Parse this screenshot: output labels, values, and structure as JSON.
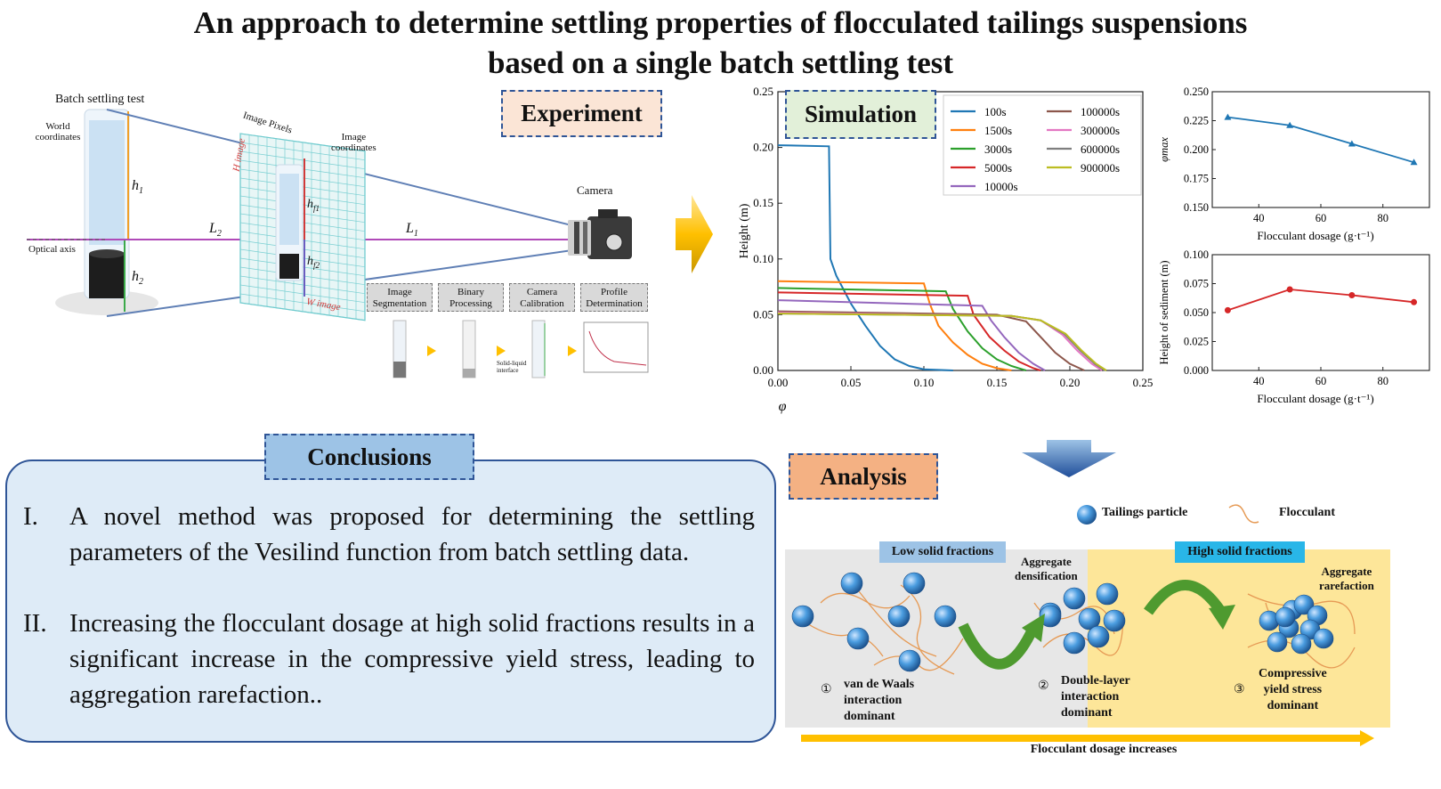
{
  "title": {
    "line1": "An approach to determine settling properties of flocculated tailings suspensions",
    "line2": "based on a single batch settling test"
  },
  "tags": {
    "experiment": "Experiment",
    "simulation": "Simulation",
    "conclusions": "Conclusions",
    "analysis": "Analysis"
  },
  "experiment": {
    "batch_label": "Batch settling test",
    "world_coords": "World\ncoordinates",
    "image_pixels": "Image Pixels",
    "image_coords": "Image\ncoordinates",
    "camera": "Camera",
    "optical_axis": "Optical axis",
    "h_image": "H image",
    "w_image": "W image",
    "h1": "h",
    "h1_sub": "1",
    "h2": "h",
    "h2_sub": "2",
    "hf1": "h",
    "hf1_sub": "f1",
    "hf2": "h",
    "hf2_sub": "f2",
    "L1": "L",
    "L1_sub": "1",
    "L2": "L",
    "L2_sub": "2",
    "steps": [
      "Image Segmentation",
      "Binary Processing",
      "Camera Calibration",
      "Profile Determination"
    ],
    "interface_label": "Solid-liquid interface"
  },
  "chart_data": [
    {
      "type": "line",
      "xlabel": "φ",
      "ylabel": "Height (m)",
      "xlim": [
        0,
        0.25
      ],
      "ylim": [
        0,
        0.25
      ],
      "xticks": [
        "0.00",
        "0.05",
        "0.10",
        "0.15",
        "0.20",
        "0.25"
      ],
      "yticks": [
        "0.00",
        "0.05",
        "0.10",
        "0.15",
        "0.20",
        "0.25"
      ],
      "legend_position": "top-right",
      "series": [
        {
          "name": "100s",
          "color": "#1f77b4",
          "points": [
            [
              0,
              0.202
            ],
            [
              0.035,
              0.201
            ],
            [
              0.036,
              0.1
            ],
            [
              0.04,
              0.085
            ],
            [
              0.05,
              0.06
            ],
            [
              0.06,
              0.04
            ],
            [
              0.07,
              0.022
            ],
            [
              0.08,
              0.01
            ],
            [
              0.09,
              0.004
            ],
            [
              0.1,
              0.001
            ],
            [
              0.12,
              0
            ]
          ]
        },
        {
          "name": "1500s",
          "color": "#ff7f0e",
          "points": [
            [
              0,
              0.08
            ],
            [
              0.1,
              0.078
            ],
            [
              0.104,
              0.06
            ],
            [
              0.11,
              0.04
            ],
            [
              0.12,
              0.025
            ],
            [
              0.13,
              0.014
            ],
            [
              0.14,
              0.006
            ],
            [
              0.15,
              0.002
            ],
            [
              0.16,
              0
            ]
          ]
        },
        {
          "name": "3000s",
          "color": "#2ca02c",
          "points": [
            [
              0,
              0.074
            ],
            [
              0.115,
              0.071
            ],
            [
              0.12,
              0.055
            ],
            [
              0.13,
              0.035
            ],
            [
              0.14,
              0.02
            ],
            [
              0.15,
              0.01
            ],
            [
              0.16,
              0.004
            ],
            [
              0.17,
              0
            ]
          ]
        },
        {
          "name": "5000s",
          "color": "#d62728",
          "points": [
            [
              0,
              0.07
            ],
            [
              0.13,
              0.067
            ],
            [
              0.134,
              0.05
            ],
            [
              0.145,
              0.03
            ],
            [
              0.155,
              0.018
            ],
            [
              0.165,
              0.008
            ],
            [
              0.175,
              0.002
            ],
            [
              0.18,
              0
            ]
          ]
        },
        {
          "name": "10000s",
          "color": "#9467bd",
          "points": [
            [
              0,
              0.063
            ],
            [
              0.14,
              0.058
            ],
            [
              0.146,
              0.045
            ],
            [
              0.155,
              0.03
            ],
            [
              0.165,
              0.016
            ],
            [
              0.175,
              0.006
            ],
            [
              0.183,
              0
            ]
          ]
        },
        {
          "name": "100000s",
          "color": "#8c564b",
          "points": [
            [
              0,
              0.053
            ],
            [
              0.15,
              0.05
            ],
            [
              0.17,
              0.044
            ],
            [
              0.18,
              0.03
            ],
            [
              0.19,
              0.016
            ],
            [
              0.2,
              0.006
            ],
            [
              0.21,
              0
            ]
          ]
        },
        {
          "name": "300000s",
          "color": "#e377c2",
          "points": [
            [
              0,
              0.052
            ],
            [
              0.16,
              0.049
            ],
            [
              0.18,
              0.045
            ],
            [
              0.195,
              0.032
            ],
            [
              0.205,
              0.018
            ],
            [
              0.215,
              0.006
            ],
            [
              0.222,
              0
            ]
          ]
        },
        {
          "name": "600000s",
          "color": "#7f7f7f",
          "points": [
            [
              0,
              0.051
            ],
            [
              0.16,
              0.049
            ],
            [
              0.18,
              0.045
            ],
            [
              0.196,
              0.033
            ],
            [
              0.207,
              0.018
            ],
            [
              0.217,
              0.006
            ],
            [
              0.224,
              0
            ]
          ]
        },
        {
          "name": "900000s",
          "color": "#bcbd22",
          "points": [
            [
              0,
              0.051
            ],
            [
              0.16,
              0.049
            ],
            [
              0.18,
              0.045
            ],
            [
              0.197,
              0.033
            ],
            [
              0.208,
              0.018
            ],
            [
              0.218,
              0.006
            ],
            [
              0.225,
              0
            ]
          ]
        }
      ]
    },
    {
      "type": "line",
      "xlabel": "Flocculant dosage (g·t⁻¹)",
      "ylabel": "φmax",
      "xlim": [
        25,
        95
      ],
      "ylim": [
        0.15,
        0.25
      ],
      "xticks": [
        "40",
        "60",
        "80"
      ],
      "yticks": [
        "0.150",
        "0.175",
        "0.200",
        "0.225",
        "0.250"
      ],
      "series": [
        {
          "color": "#1f77b4",
          "x": [
            30,
            50,
            70,
            90
          ],
          "y": [
            0.228,
            0.221,
            0.205,
            0.189
          ]
        }
      ]
    },
    {
      "type": "line",
      "xlabel": "Flocculant dosage (g·t⁻¹)",
      "ylabel": "Height of sediment (m)",
      "xlim": [
        25,
        95
      ],
      "ylim": [
        0,
        0.1
      ],
      "xticks": [
        "40",
        "60",
        "80"
      ],
      "yticks": [
        "0.000",
        "0.025",
        "0.050",
        "0.075",
        "0.100"
      ],
      "series": [
        {
          "color": "#d62728",
          "x": [
            30,
            50,
            70,
            90
          ],
          "y": [
            0.052,
            0.07,
            0.065,
            0.059
          ]
        }
      ]
    }
  ],
  "conclusions": {
    "items": [
      {
        "num": "I.",
        "text": "A novel method was proposed for determining the settling parameters of the Vesilind function from batch settling data."
      },
      {
        "num": "II.",
        "text": "Increasing the flocculant dosage at high solid fractions results in a significant increase in the compressive yield stress, leading to aggregation rarefaction.."
      }
    ]
  },
  "analysis": {
    "legend_particle": "Tailings particle",
    "legend_flocculant": "Flocculant",
    "low_solid": "Low solid fractions",
    "high_solid": "High solid fractions",
    "aggregate_densification": "Aggregate\ndensification",
    "aggregate_rarefaction": "Aggregate\nrarefaction",
    "stage1_num": "①",
    "stage1": "van de Waals\ninteraction\ndominant",
    "stage2_num": "②",
    "stage2": "Double-layer\ninteraction\ndominant",
    "stage3_num": "③",
    "stage3": "Compressive\nyield stress\ndominant",
    "dosage_increases": "Flocculant dosage increases"
  },
  "colors": {
    "tag_border": "#2f5597",
    "experiment_bg": "#fbe5d6",
    "simulation_bg": "#e2f0d9",
    "conclusions_bg": "#9dc3e6",
    "conclusions_panel": "#deebf7",
    "analysis_bg": "#f4b183",
    "low_bg": "#e7e7e7",
    "high_bg": "#fde699",
    "arrow_yellow": "#ffc000",
    "arrow_blue": "#2e75b6",
    "particle": "#3a8fd6",
    "flocculant": "#e69a55",
    "green_arrow": "#4e9a2f"
  }
}
